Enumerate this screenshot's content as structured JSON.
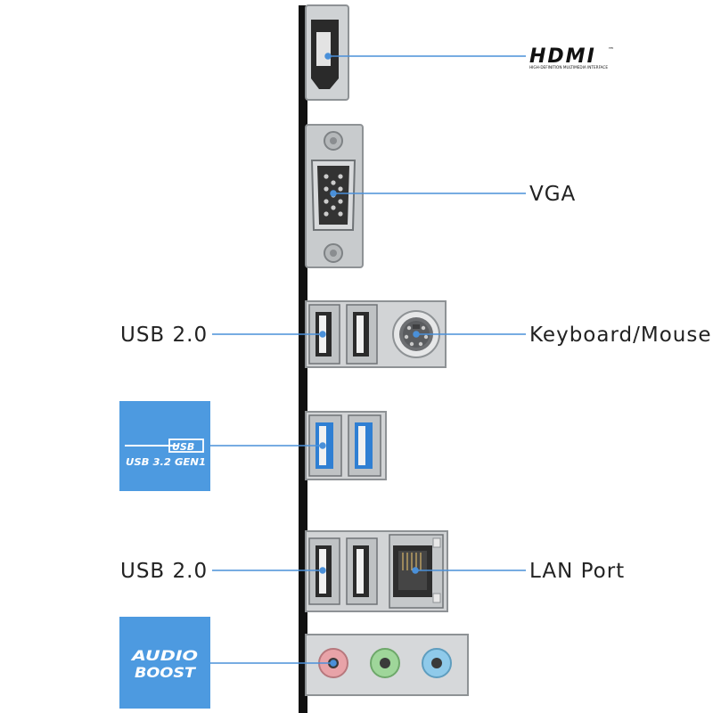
{
  "labels": {
    "hdmi_logo": "HDMI",
    "hdmi_tm": "™",
    "hdmi_sub": "HIGH-DEFINITION MULTIMEDIA INTERFACE",
    "vga": "VGA",
    "keyboard_mouse": "Keyboard/Mouse",
    "usb2_top": "USB 2.0",
    "usb2_bottom": "USB 2.0",
    "lan": "LAN Port"
  },
  "badges": {
    "usb32": {
      "top": "USB",
      "bottom": "USB 3.2 GEN1"
    },
    "audio": {
      "line1": "AUDIO",
      "line2": "BOOST"
    }
  },
  "colors": {
    "badge_blue": "#4d9ae0",
    "leader_line": "#4a90d9",
    "usb3_blue": "#2f7fd3",
    "audio_pink": "#e8a3a8",
    "audio_green": "#9fd69a",
    "audio_blue": "#8fcaea",
    "panel_bar": "#111111"
  }
}
